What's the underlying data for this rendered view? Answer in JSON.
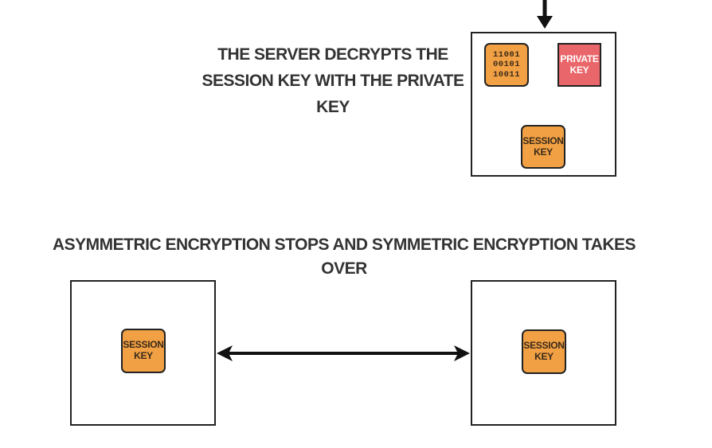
{
  "top": {
    "caption_line1": "THE SERVER DECRYPTS THE",
    "caption_line2": "SESSION KEY WITH THE PRIVATE KEY",
    "binary": [
      "11001",
      "00101",
      "10011"
    ],
    "private_key": [
      "PRIVATE",
      "KEY"
    ],
    "session_key": [
      "SESSION",
      "KEY"
    ]
  },
  "middle": {
    "caption": "ASYMMETRIC ENCRYPTION STOPS AND SYMMETRIC ENCRYPTION TAKES OVER"
  },
  "bottom": {
    "left_session_key": [
      "SESSION",
      "KEY"
    ],
    "right_session_key": [
      "SESSION",
      "KEY"
    ]
  },
  "colors": {
    "orange": "#F1A043",
    "red": "#E9666A",
    "stroke": "#222222",
    "text": "#333333"
  }
}
